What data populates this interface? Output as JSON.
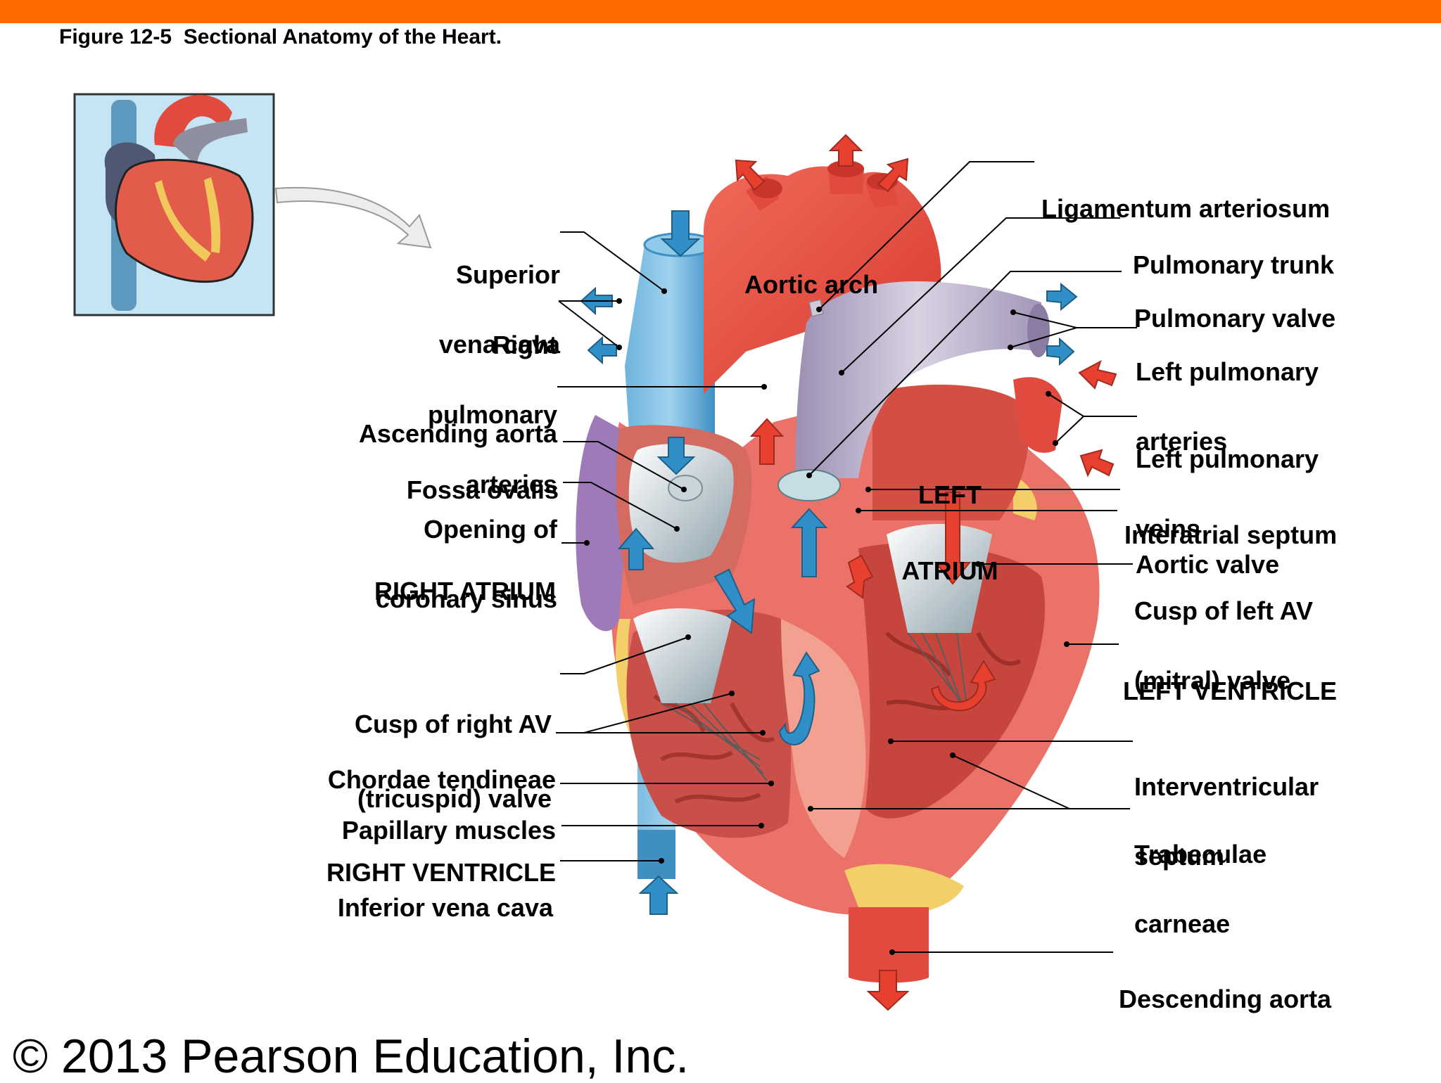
{
  "figure_title": "Figure 12-5  Sectional Anatomy of the Heart.",
  "copyright": "© 2013 Pearson Education, Inc.",
  "colors": {
    "header_bar": "#ff6a00",
    "vein_blue": "#3f8fc2",
    "artery_red": "#e2463a",
    "pulmonary_lilac": "#b4a8c6",
    "myocardium": "#e9736a",
    "fat_yellow": "#f1cf6b",
    "inset_bg": "#c5e4f4"
  },
  "chambers": {
    "left_atrium": [
      "LEFT",
      "ATRIUM"
    ]
  },
  "labels_left": {
    "superior_vena_cava": [
      "Superior",
      "vena cava"
    ],
    "right_pulmonary_arteries": [
      "Right",
      "pulmonary",
      "arteries"
    ],
    "ascending_aorta": [
      "Ascending aorta"
    ],
    "fossa_ovalis": [
      "Fossa ovalis"
    ],
    "opening_coronary_sinus": [
      "Opening of",
      "coronary sinus"
    ],
    "right_atrium": [
      "RIGHT ATRIUM"
    ],
    "cusp_right_av": [
      "Cusp of right AV",
      "(tricuspid) valve"
    ],
    "chordae_tendineae": [
      "Chordae tendineae"
    ],
    "papillary_muscles": [
      "Papillary muscles"
    ],
    "right_ventricle": [
      "RIGHT VENTRICLE"
    ],
    "inferior_vena_cava": [
      "Inferior vena cava"
    ]
  },
  "labels_center": {
    "aortic_arch": [
      "Aortic arch"
    ]
  },
  "labels_right": {
    "ligamentum_arteriosum": [
      "Ligamentum arteriosum"
    ],
    "pulmonary_trunk": [
      "Pulmonary trunk"
    ],
    "pulmonary_valve": [
      "Pulmonary valve"
    ],
    "left_pulmonary_arteries": [
      "Left pulmonary",
      "arteries"
    ],
    "left_pulmonary_veins": [
      "Left pulmonary",
      "veins"
    ],
    "interatrial_septum": [
      "Interatrial septum"
    ],
    "aortic_valve": [
      "Aortic valve"
    ],
    "cusp_left_av": [
      "Cusp of left AV",
      "(mitral) valve"
    ],
    "left_ventricle": [
      "LEFT VENTRICLE"
    ],
    "interventricular_septum": [
      "Interventricular",
      "septum"
    ],
    "trabeculae_carneae": [
      "Trabeculae",
      "carneae"
    ],
    "descending_aorta": [
      "Descending aorta"
    ]
  }
}
